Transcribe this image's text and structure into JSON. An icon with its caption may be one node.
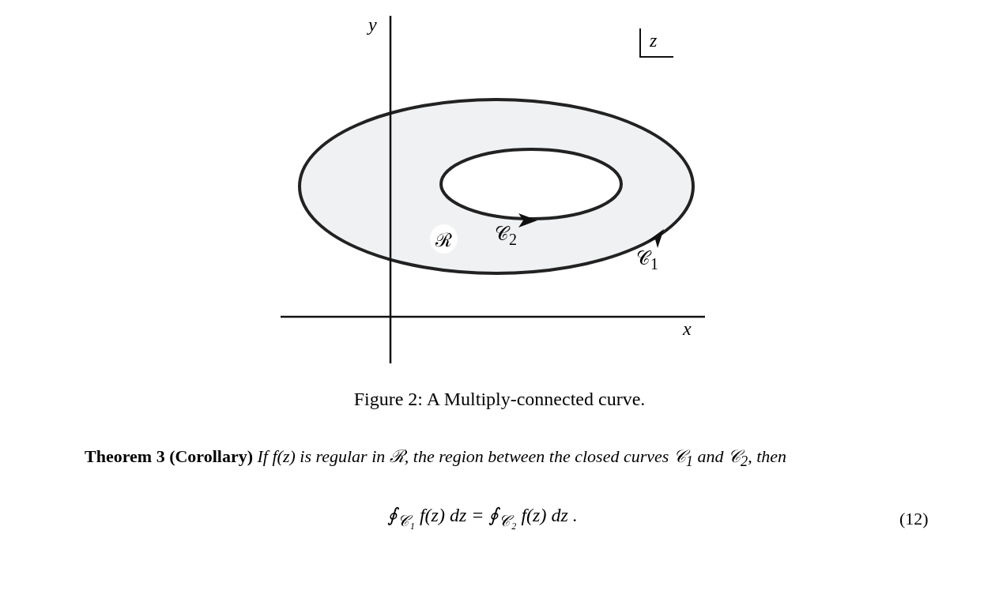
{
  "diagram": {
    "caption": "Figure 2: A Multiply-connected curve.",
    "nodes": [
      {
        "text": [
          "ℛ"
        ],
        "beside": [
          "𝒞$_{1}$"
        ]
      },
      {
        "text": [],
        "shape": "ellipse",
        "in": 0,
        "beside": [
          "𝒞$_{2}$"
        ]
      }
    ],
    "labels": [
      "y",
      "z",
      "x",
      "**Theorem 3 (Corollary)** If f(z) is regular in ℛ, the region between the closed curves 𝒞$_{1}$ and 𝒞$_{2}$, then",
      "∮$_{𝒞₁}$ f(z) dz = ∮$_{𝒞₂}$ f(z) dz .",
      "(12)"
    ]
  }
}
